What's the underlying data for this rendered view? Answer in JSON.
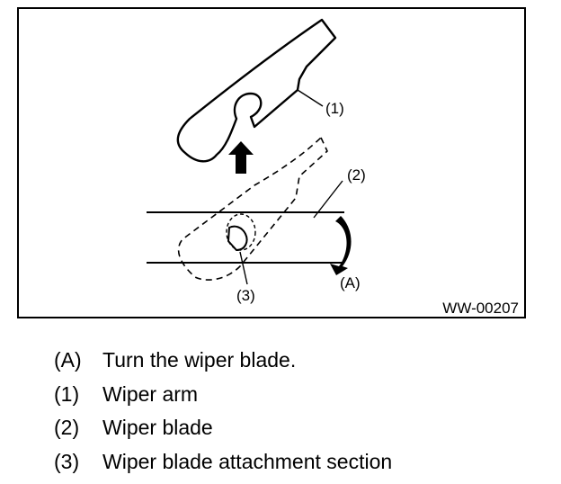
{
  "figure": {
    "code": "WW-00207",
    "callouts": {
      "c1": "(1)",
      "c2": "(2)",
      "c3": "(3)",
      "cA": "(A)"
    }
  },
  "legend": [
    {
      "key": "(A)",
      "text": "Turn the wiper blade."
    },
    {
      "key": "(1)",
      "text": "Wiper arm"
    },
    {
      "key": "(2)",
      "text": "Wiper blade"
    },
    {
      "key": "(3)",
      "text": "Wiper blade attachment section"
    }
  ]
}
